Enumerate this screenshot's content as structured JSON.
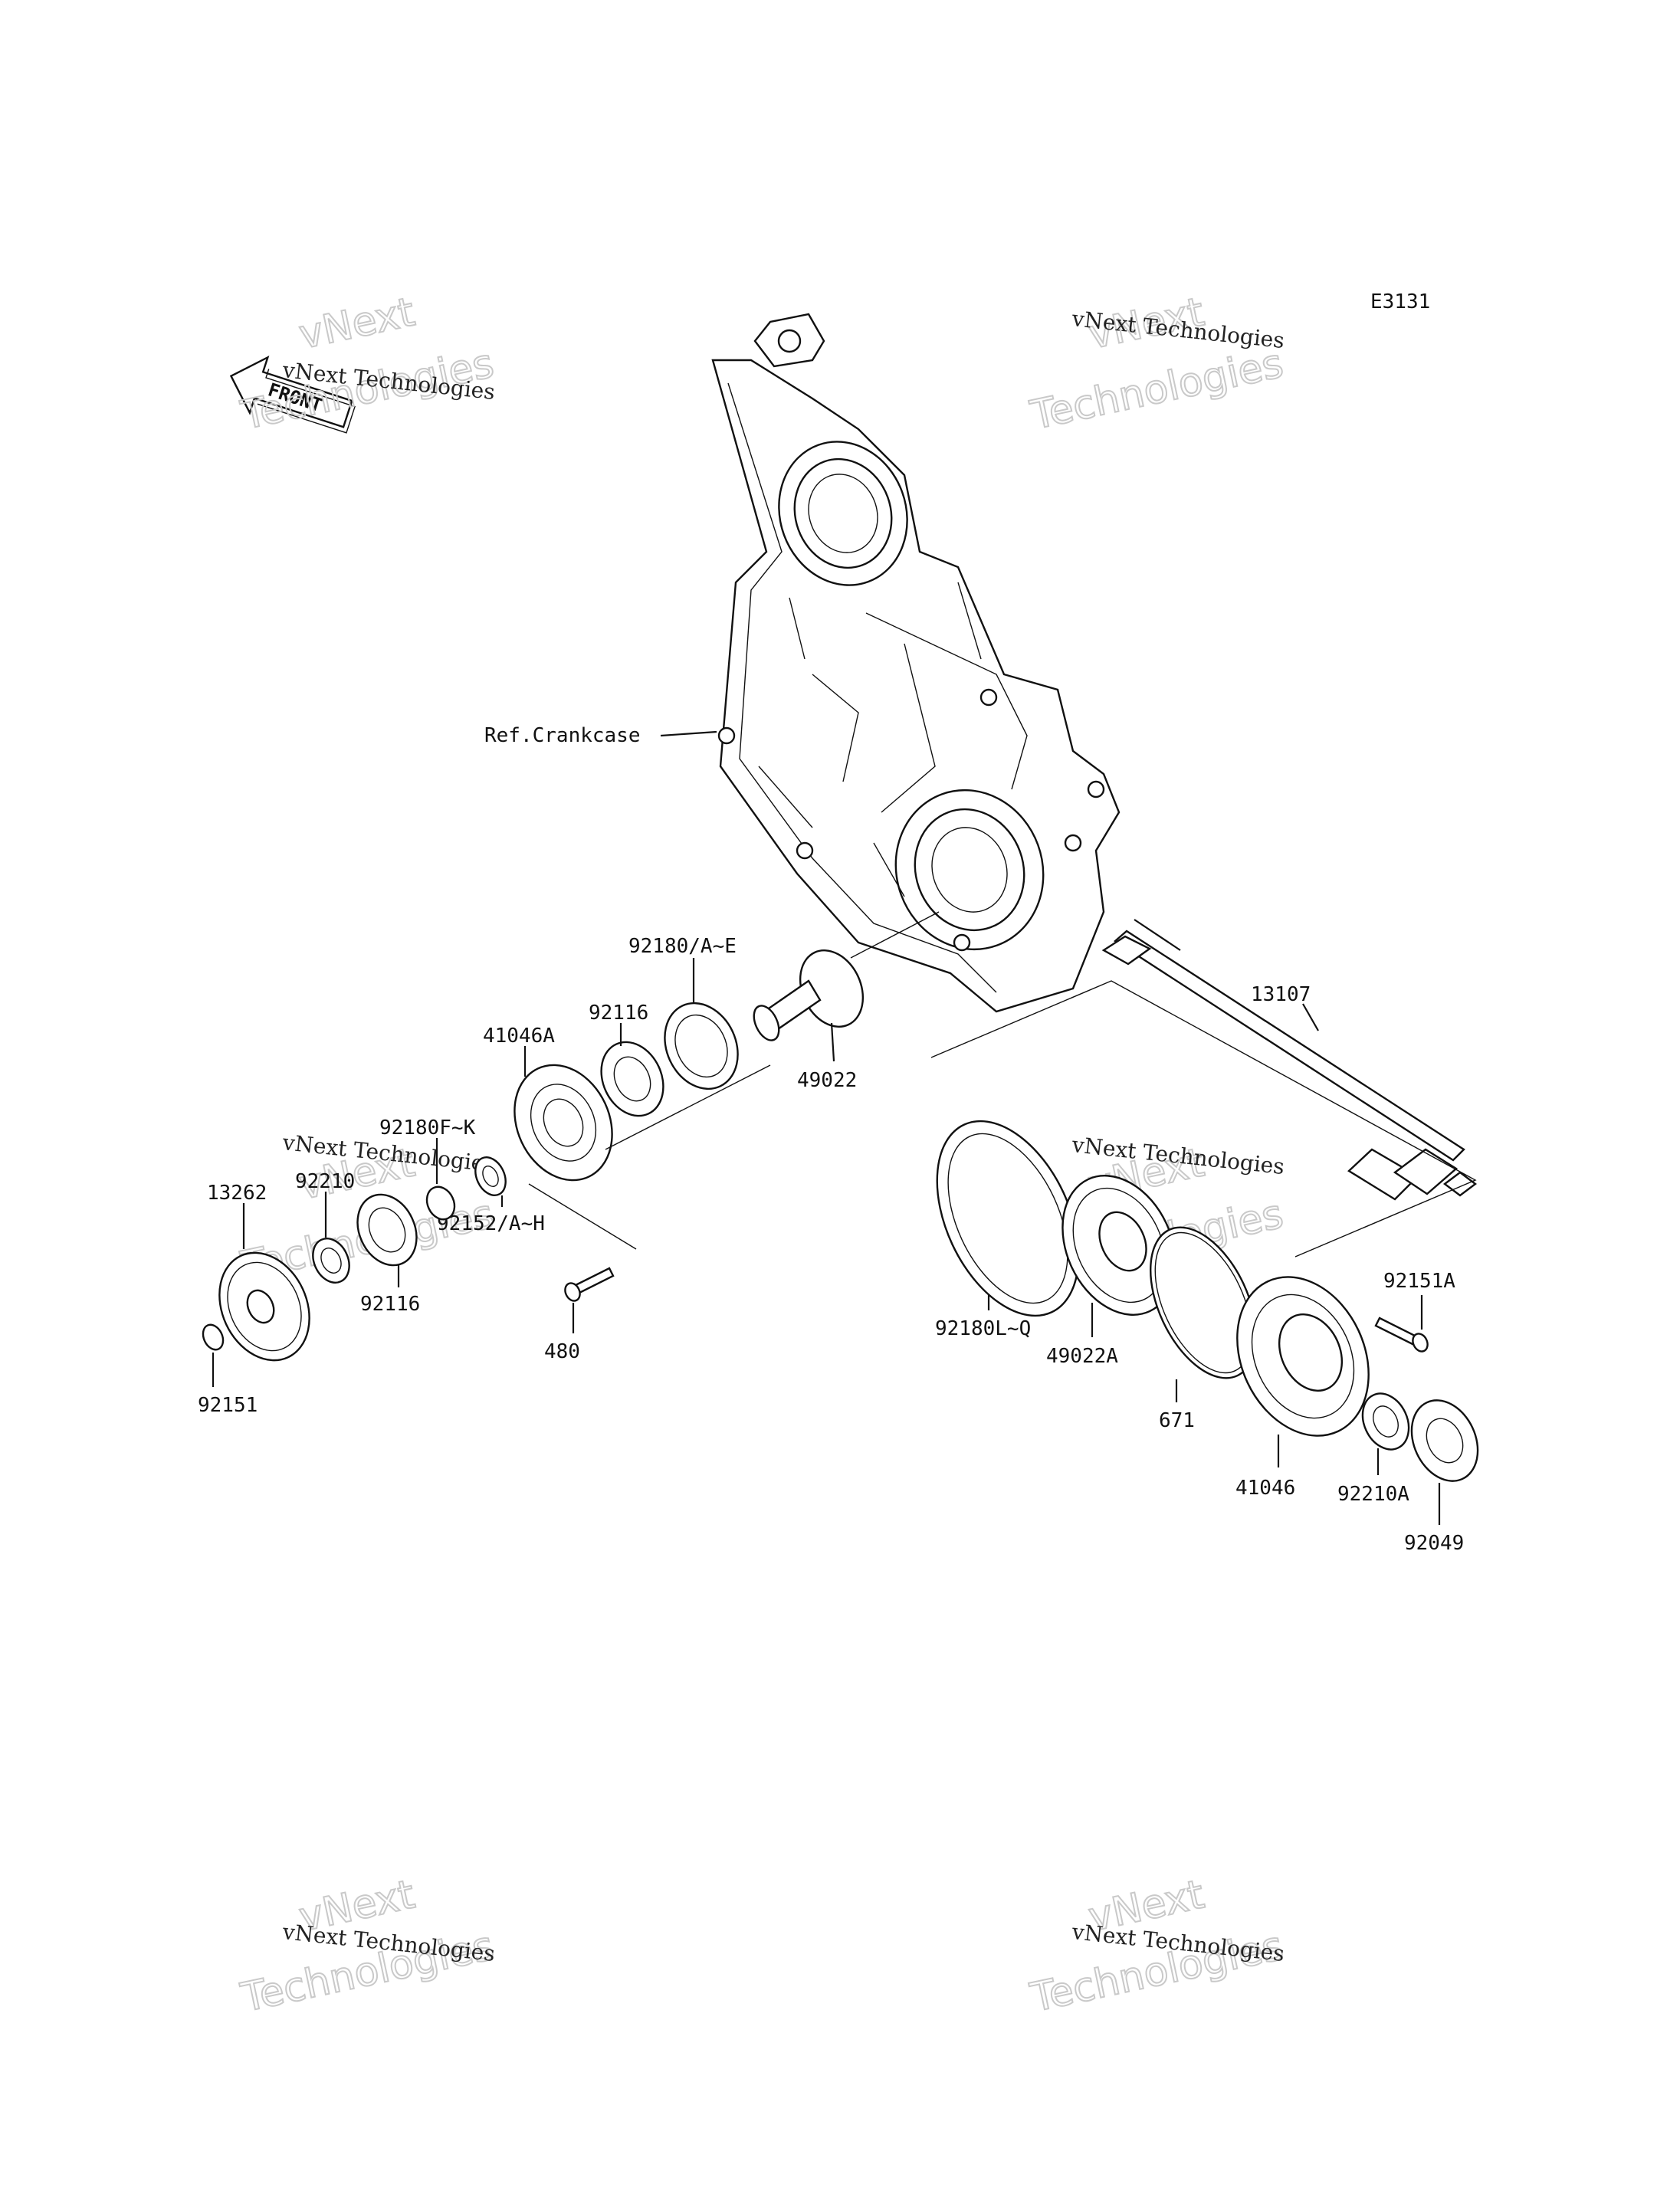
{
  "diagram": {
    "code": "E3131",
    "front_label": "FRONT",
    "ref_label": "Ref.Crankcase",
    "watermark": {
      "line1": "vNext Technologies",
      "big1": "vNext",
      "big2": "Technologies"
    },
    "parts": [
      {
        "id": "13107",
        "label": "13107"
      },
      {
        "id": "92180AE",
        "label": "92180/A~E"
      },
      {
        "id": "92116a",
        "label": "92116"
      },
      {
        "id": "41046A",
        "label": "41046A"
      },
      {
        "id": "49022",
        "label": "49022"
      },
      {
        "id": "92180FK",
        "label": "92180F~K"
      },
      {
        "id": "92210",
        "label": "92210"
      },
      {
        "id": "13262",
        "label": "13262"
      },
      {
        "id": "92152AH",
        "label": "92152/A~H"
      },
      {
        "id": "92116b",
        "label": "92116"
      },
      {
        "id": "92151",
        "label": "92151"
      },
      {
        "id": "480",
        "label": "480"
      },
      {
        "id": "92180LQ",
        "label": "92180L~Q"
      },
      {
        "id": "49022A",
        "label": "49022A"
      },
      {
        "id": "671",
        "label": "671"
      },
      {
        "id": "92151A",
        "label": "92151A"
      },
      {
        "id": "41046",
        "label": "41046"
      },
      {
        "id": "92210A",
        "label": "92210A"
      },
      {
        "id": "92049",
        "label": "92049"
      }
    ]
  }
}
